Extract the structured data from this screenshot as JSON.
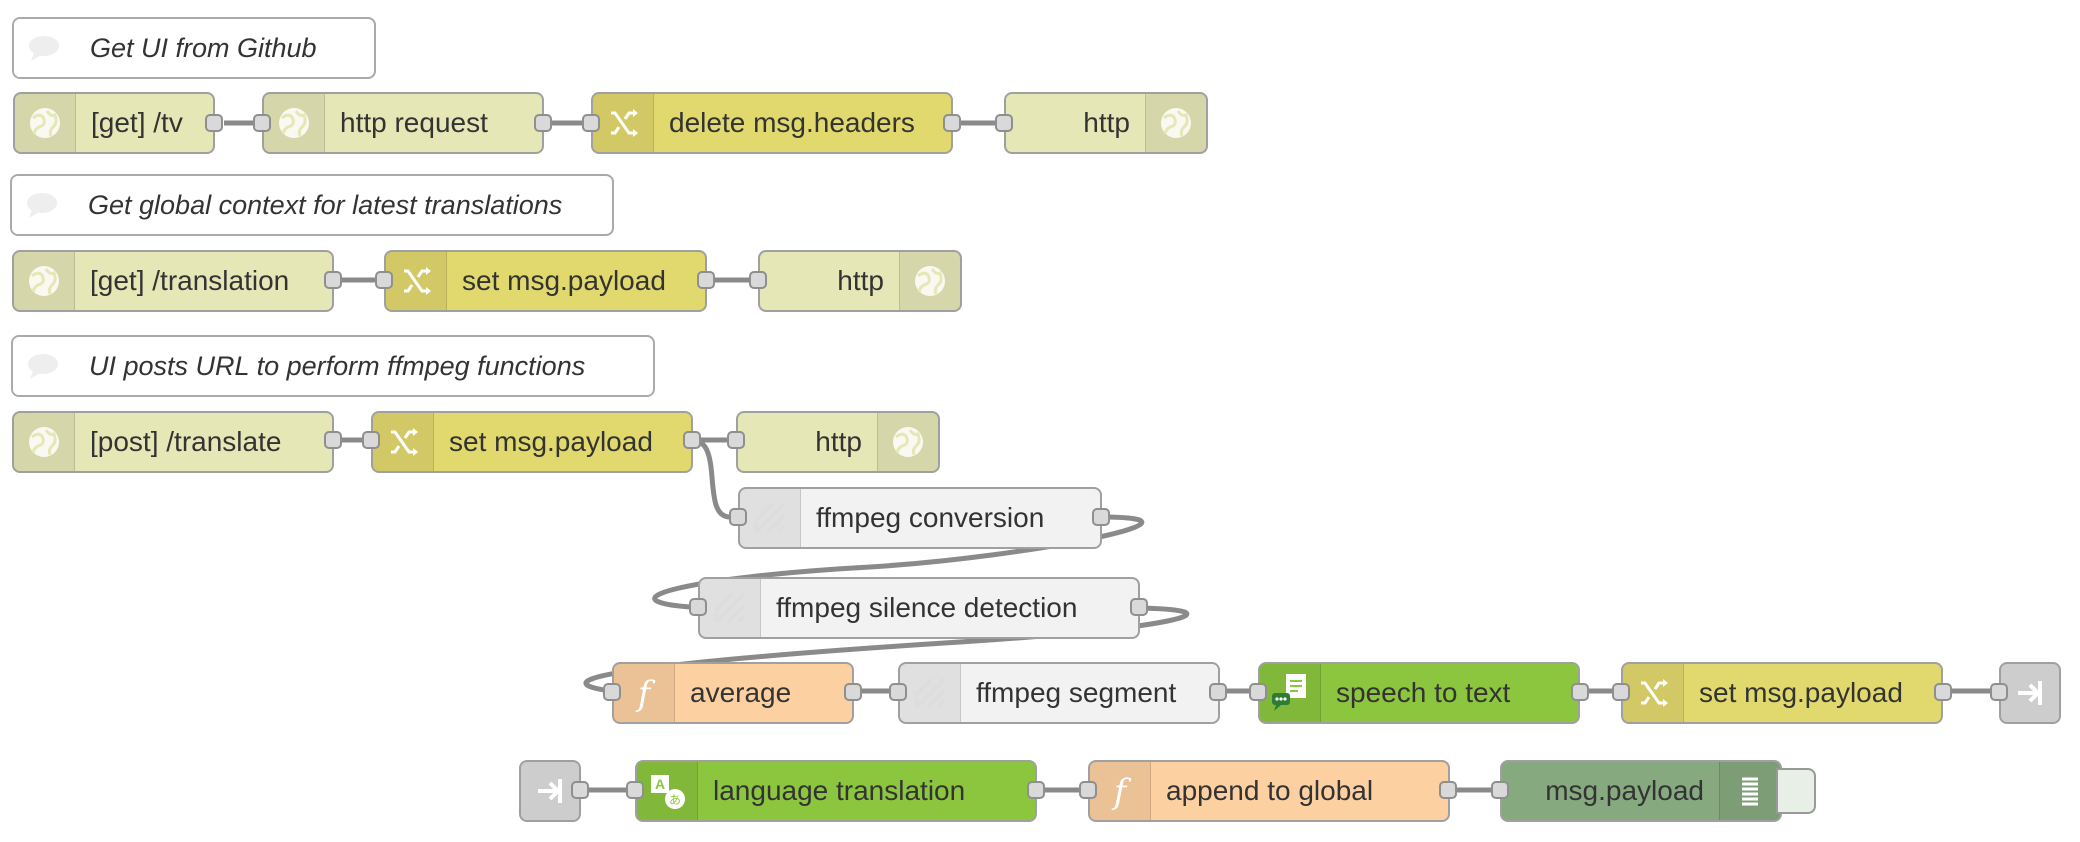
{
  "nodes": {
    "comment_github": "Get UI from Github",
    "get_tv": "[get] /tv",
    "http_request": "http request",
    "delete_headers": "delete msg.headers",
    "http_out_1": "http",
    "comment_global": "Get global context for latest translations",
    "get_translation": "[get] /translation",
    "set_payload_1": "set msg.payload",
    "http_out_2": "http",
    "comment_ui": "UI posts URL to perform ffmpeg functions",
    "post_translate": "[post] /translate",
    "set_payload_2": "set msg.payload",
    "http_out_3": "http",
    "ffmpeg_conversion": "ffmpeg conversion",
    "ffmpeg_silence": "ffmpeg silence detection",
    "average": "average",
    "ffmpeg_segment": "ffmpeg segment",
    "speech_to_text": "speech to text",
    "set_payload_3": "set msg.payload",
    "language_translation": "language translation",
    "append_global": "append to global",
    "debug_payload": "msg.payload"
  },
  "colors": {
    "http": "#e6e7b6",
    "change": "#e2d96e",
    "ffmpeg": "#f2f2f2",
    "function": "#fdd0a2",
    "watson": "#8cc63f",
    "debug": "#87a980",
    "link": "#dddddd",
    "wire": "#8a8a8a"
  },
  "icons": {
    "http": "globe-icon",
    "change": "shuffle-icon",
    "ffmpeg": "ffmpeg-icon",
    "function": "function-icon",
    "speech": "speech-to-text-icon",
    "translate": "translate-icon",
    "comment": "comment-icon",
    "link": "link-icon",
    "debug": "debug-list-icon"
  }
}
